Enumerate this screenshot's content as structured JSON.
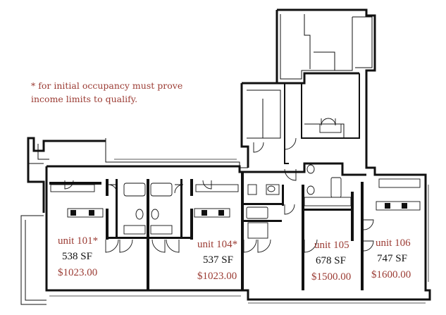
{
  "note": {
    "line1": "* for initial occupancy must prove",
    "line2": "income limits to qualify."
  },
  "units": [
    {
      "name": "unit 101*",
      "area": "538 SF",
      "price": "$1023.00"
    },
    {
      "name": "unit 104*",
      "area": "537 SF",
      "price": "$1023.00"
    },
    {
      "name": "unit 105",
      "area": "678 SF",
      "price": "$1500.00"
    },
    {
      "name": "unit 106",
      "area": "747 SF",
      "price": "$1600.00"
    }
  ],
  "colors": {
    "accent_text": "#9b3b33",
    "wall": "#111111",
    "body_text": "#111111"
  }
}
